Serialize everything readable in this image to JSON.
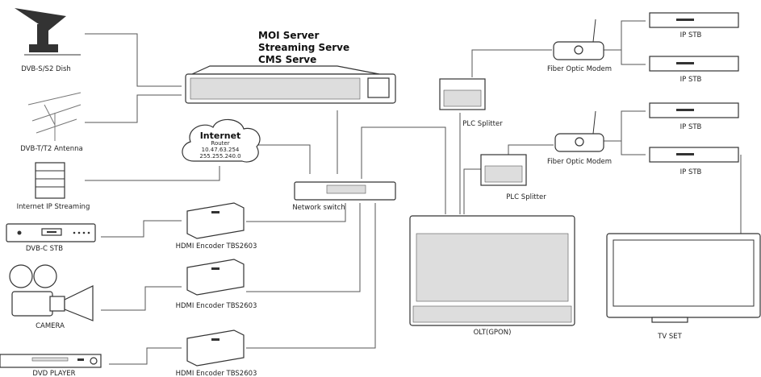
{
  "server": {
    "lines": [
      "MOI Server",
      "Streaming Serve",
      "CMS Serve"
    ]
  },
  "internet": {
    "title": "Internet",
    "line1": "Router",
    "line2": "10.47.63.254",
    "line3": "255.255.240.0"
  },
  "sources": {
    "dish": "DVB-S/S2 Dish",
    "antenna": "DVB-T/T2 Antenna",
    "ip_streaming": "Internet IP Streaming",
    "dvbc_stb": "DVB-C STB",
    "camera": "CAMERA",
    "dvd": "DVD PLAYER"
  },
  "encoders": [
    "HDMI Encoder TBS2603",
    "HDMI Encoder TBS2603",
    "HDMI Encoder TBS2603"
  ],
  "network_switch": "Network switch",
  "olt": "OLT(GPON)",
  "splitters": [
    "PLC Splitter",
    "PLC Splitter"
  ],
  "modems": [
    "Fiber Optic Modem",
    "Fiber Optic Modem"
  ],
  "ip_stbs": [
    "IP STB",
    "IP STB",
    "IP STB",
    "IP STB"
  ],
  "tv": "TV SET"
}
